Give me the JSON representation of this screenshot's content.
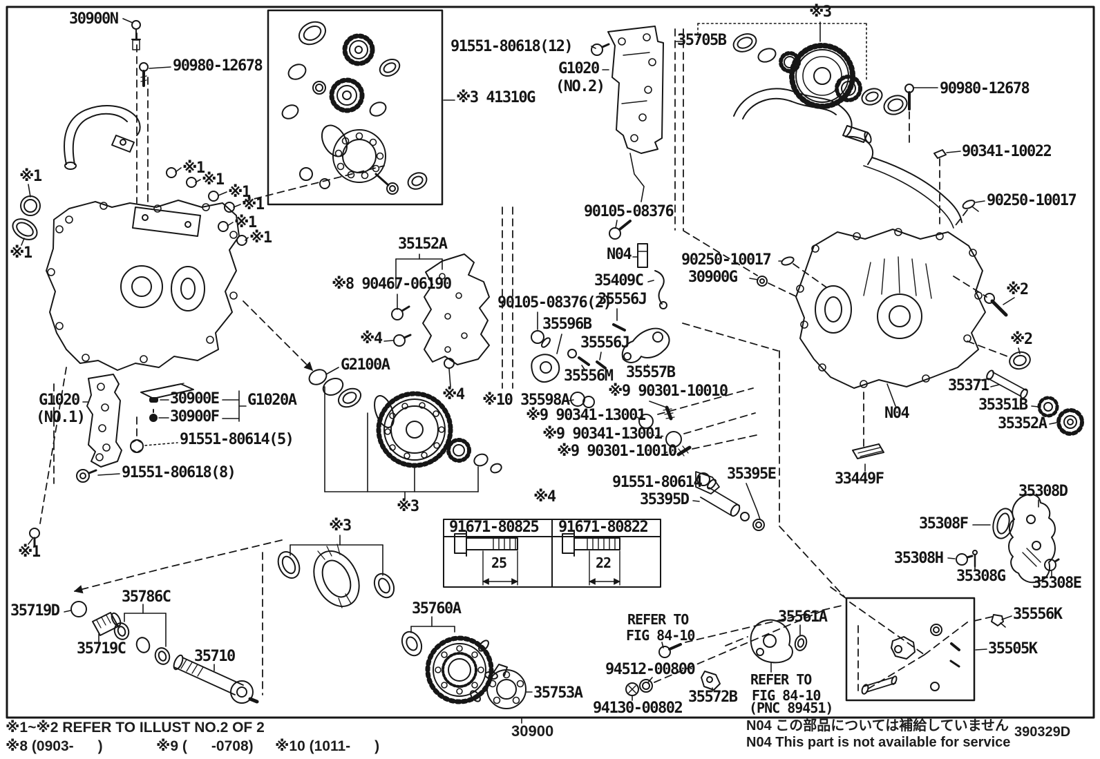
{
  "figure": {
    "main_part_number": "30900",
    "drawing_code": "390329D",
    "line_color": "#161616",
    "background": "#ffffff"
  },
  "footer_notes": {
    "illust_ref": "※1~※2 REFER TO ILLUST NO.2 OF 2",
    "note_8": "※8 (0903-      )",
    "note_9": "※9 (      -0708)",
    "note_10": "※10 (1011-      )",
    "n04_japanese": "N04 この部品については補給していません",
    "n04_english": "N04 This part is not available for service"
  },
  "fastener_table": {
    "note": "※4",
    "items": [
      {
        "part_number": "91671-80825",
        "length_mm": "25"
      },
      {
        "part_number": "91671-80822",
        "length_mm": "22"
      }
    ]
  },
  "refer_notes": {
    "fig_ref_a": [
      "REFER TO",
      "FIG 84-10"
    ],
    "fig_ref_b": [
      "REFER TO",
      "FIG 84-10",
      "(PNC 89451)"
    ]
  },
  "labels": [
    {
      "t": "30900N"
    },
    {
      "t": "90980-12678"
    },
    {
      "t": "91551-80618(12)"
    },
    {
      "t": "G1020"
    },
    {
      "t": "(NO.2)"
    },
    {
      "t": "35705B"
    },
    {
      "t": "※3"
    },
    {
      "t": "90980-12678"
    },
    {
      "t": "※3 41310G"
    },
    {
      "t": "90341-10022"
    },
    {
      "t": "90250-10017"
    },
    {
      "t": "※1"
    },
    {
      "t": "※1"
    },
    {
      "t": "※1"
    },
    {
      "t": "※1"
    },
    {
      "t": "※1"
    },
    {
      "t": "※1"
    },
    {
      "t": "※1"
    },
    {
      "t": "※1"
    },
    {
      "t": "35152A"
    },
    {
      "t": "90105-08376"
    },
    {
      "t": "N04"
    },
    {
      "t": "35409C"
    },
    {
      "t": "※8 90467-06190"
    },
    {
      "t": "90105-08376(2)"
    },
    {
      "t": "35556J"
    },
    {
      "t": "35596B"
    },
    {
      "t": "35556J"
    },
    {
      "t": "※4"
    },
    {
      "t": "G2100A"
    },
    {
      "t": "35556M"
    },
    {
      "t": "35557B"
    },
    {
      "t": "※9 90301-10010"
    },
    {
      "t": "※10 35598A"
    },
    {
      "t": "※9 90341-13001"
    },
    {
      "t": "※9 90341-13001"
    },
    {
      "t": "※9 90301-10010"
    },
    {
      "t": "※4"
    },
    {
      "t": "90250-10017"
    },
    {
      "t": "30900G"
    },
    {
      "t": "G1020"
    },
    {
      "t": "(NO.1)"
    },
    {
      "t": "30900E"
    },
    {
      "t": "G1020A"
    },
    {
      "t": "30900F"
    },
    {
      "t": "91551-80614(5)"
    },
    {
      "t": "91551-80618(8)"
    },
    {
      "t": "※1"
    },
    {
      "t": "※2"
    },
    {
      "t": "※2"
    },
    {
      "t": "35371"
    },
    {
      "t": "35351B"
    },
    {
      "t": "35352A"
    },
    {
      "t": "N04"
    },
    {
      "t": "33449F"
    },
    {
      "t": "35308D"
    },
    {
      "t": "35308F"
    },
    {
      "t": "35308H"
    },
    {
      "t": "35308G"
    },
    {
      "t": "35308E"
    },
    {
      "t": "35395E"
    },
    {
      "t": "91551-80614"
    },
    {
      "t": "35395D"
    },
    {
      "t": "35719D"
    },
    {
      "t": "35786C"
    },
    {
      "t": "35719C"
    },
    {
      "t": "35710"
    },
    {
      "t": "※3"
    },
    {
      "t": "※3"
    },
    {
      "t": "35760A"
    },
    {
      "t": "35753A"
    },
    {
      "t": "REFER TO"
    },
    {
      "t": "FIG 84-10"
    },
    {
      "t": "94512-00800"
    },
    {
      "t": "35561A"
    },
    {
      "t": "94130-00802"
    },
    {
      "t": "35572B"
    },
    {
      "t": "REFER TO"
    },
    {
      "t": "FIG 84-10"
    },
    {
      "t": "(PNC 89451)"
    },
    {
      "t": "35556K"
    },
    {
      "t": "35505K"
    }
  ]
}
